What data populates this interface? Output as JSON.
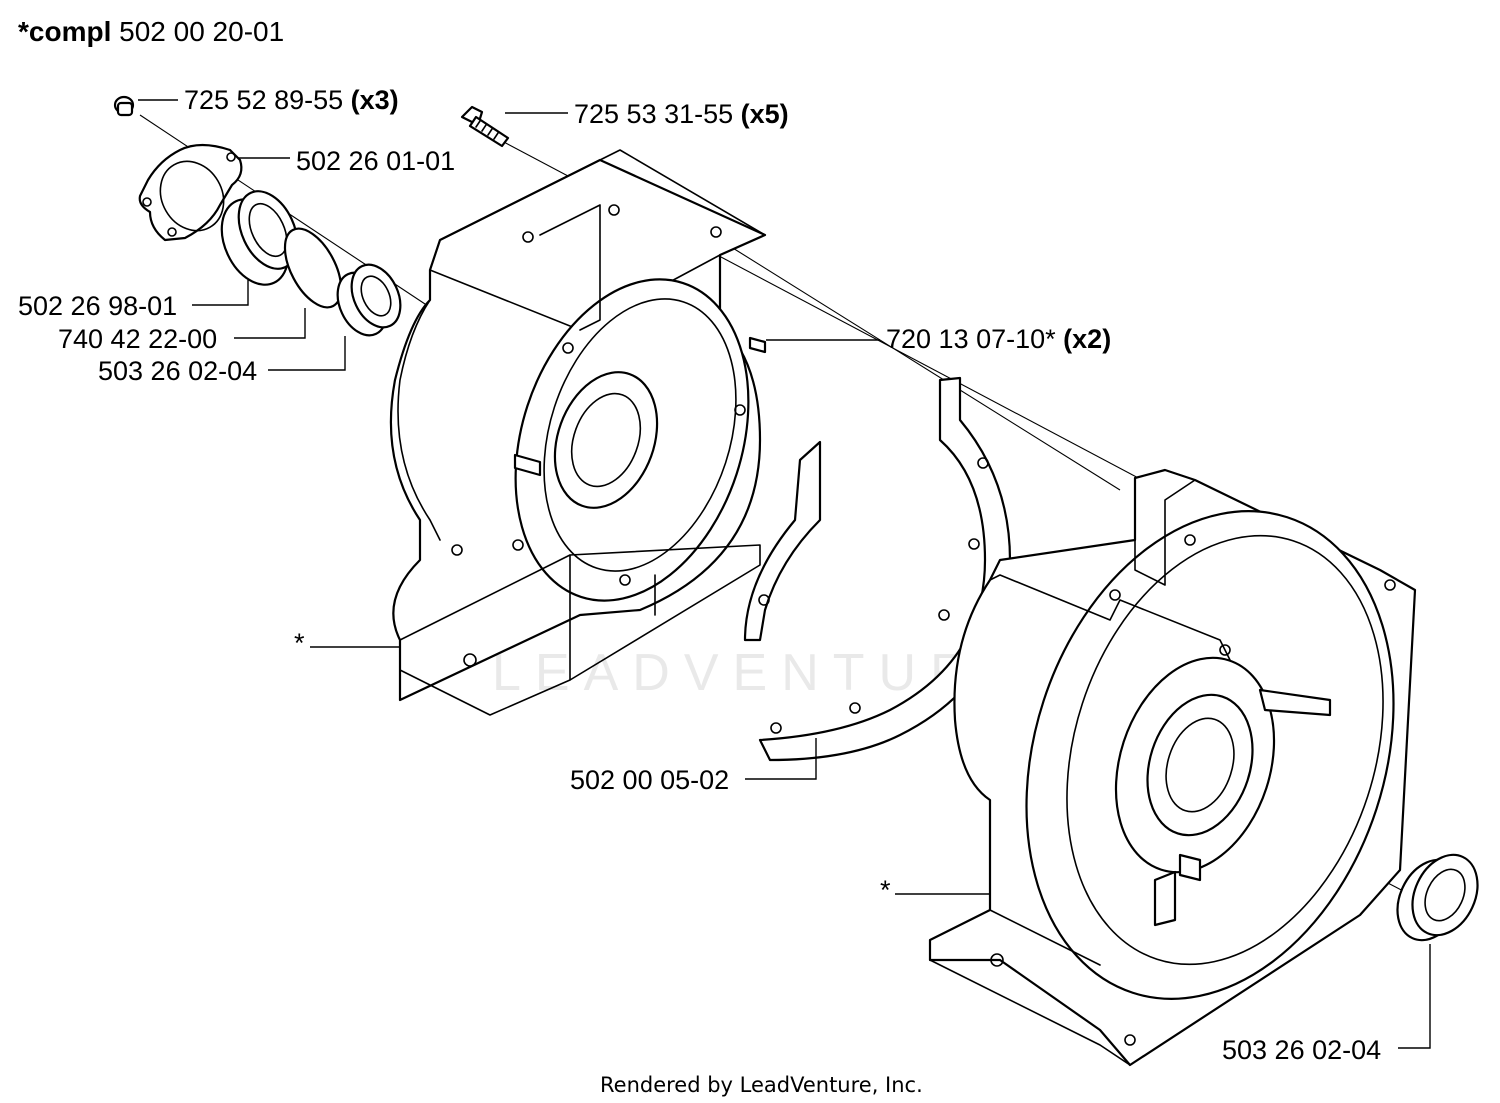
{
  "title": {
    "prefix": "*compl",
    "number": "502 00 20-01"
  },
  "callouts": [
    {
      "id": "screw-a",
      "part": "725 52 89-55",
      "qty": "(x3)"
    },
    {
      "id": "screw-b",
      "part": "725 53 31-55",
      "qty": "(x5)"
    },
    {
      "id": "cover",
      "part": "502 26 01-01",
      "qty": ""
    },
    {
      "id": "bearing-housing",
      "part": "502 26 98-01",
      "qty": ""
    },
    {
      "id": "o-ring",
      "part": "740 42 22-00",
      "qty": ""
    },
    {
      "id": "seal-left",
      "part": "503 26 02-04",
      "qty": ""
    },
    {
      "id": "dowel",
      "part": "720 13 07-10*",
      "qty": "(x2)"
    },
    {
      "id": "gasket",
      "part": "502 00 05-02",
      "qty": ""
    },
    {
      "id": "seal-right",
      "part": "503 26 02-04",
      "qty": ""
    },
    {
      "id": "crankcase-left",
      "part": "*",
      "qty": ""
    },
    {
      "id": "crankcase-right",
      "part": "*",
      "qty": ""
    }
  ],
  "watermark": "LEADVENTURE",
  "footer": "Rendered by LeadVenture, Inc."
}
